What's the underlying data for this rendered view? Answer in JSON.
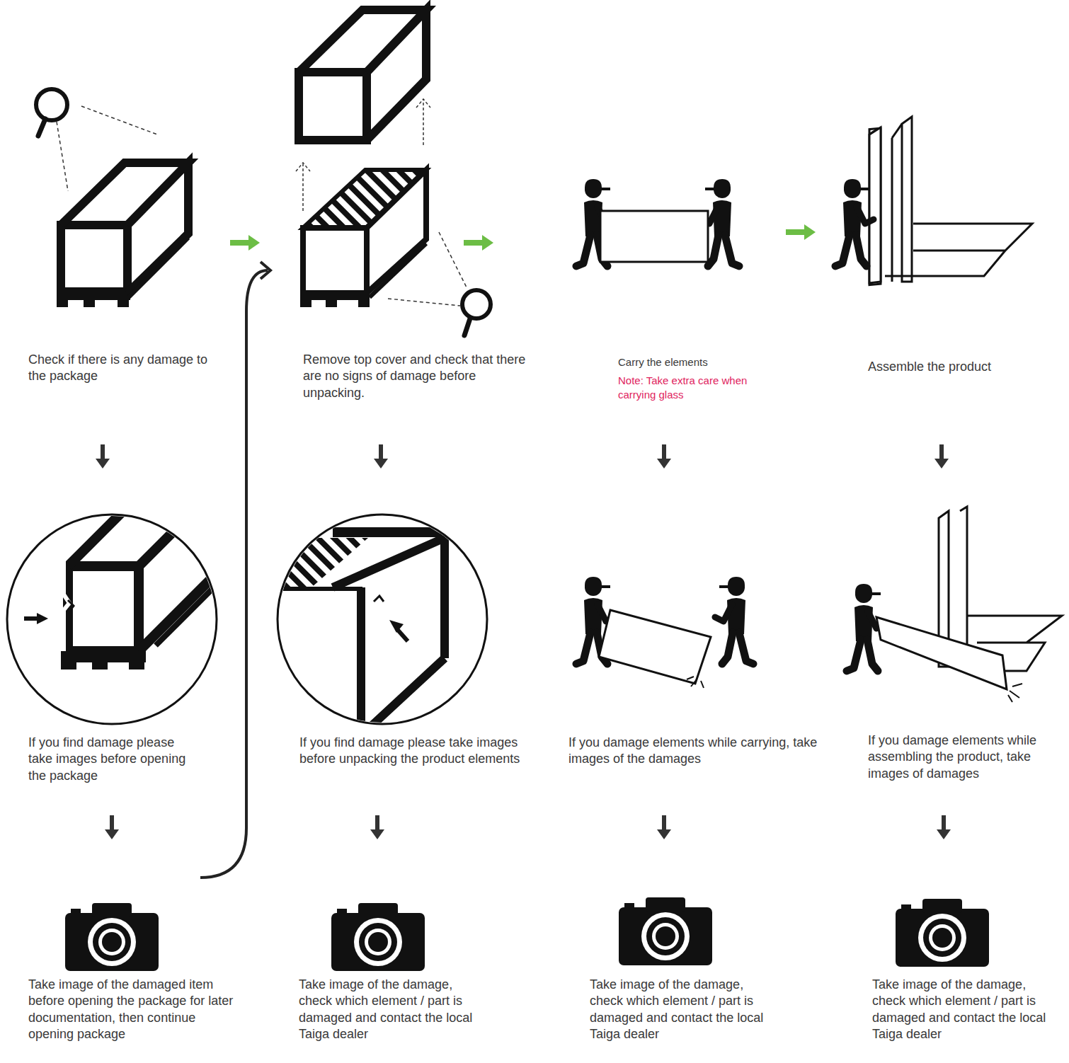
{
  "diagram": {
    "labels": [
      "Check if there is any damage to the package",
      "Remove top cover and check that there are no signs of damage before unpacking.",
      "Carry the elements",
      "Note: Take extra care when carrying glass",
      "Assemble the product",
      "If you find damage please take images before opening the package",
      "If you find damage please take images before unpacking the product elements",
      "If you damage elements while carrying, take images of the damages",
      "If you damage elements while assembling the product, take images of damages",
      "Take image of the damaged item before opening the package for later documentation, then continue opening package",
      "Take image of the damage, check which element / part is damaged and contact the local Taiga dealer",
      "Take image of the damage, check which element / part is damaged and contact the local Taiga dealer",
      "Take image of the damage, check which element / part is damaged and contact the local Taiga dealer"
    ]
  }
}
